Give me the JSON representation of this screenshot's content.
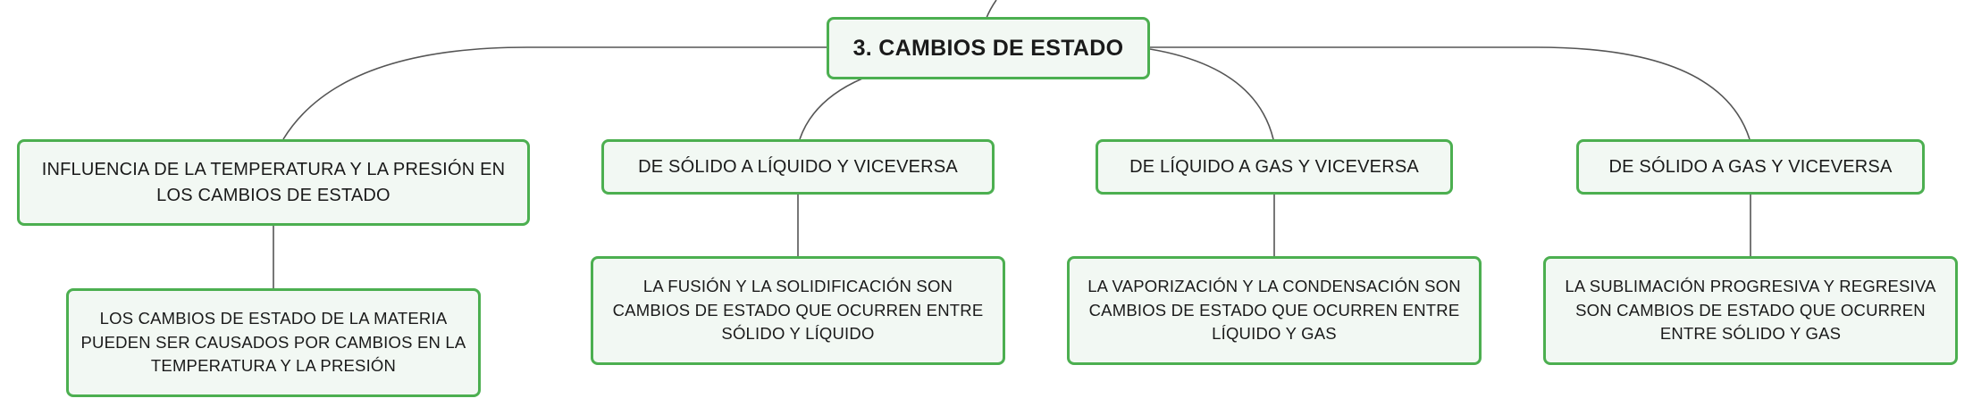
{
  "theme": {
    "node_border": "#4caf50",
    "node_fill": "#f2f8f3",
    "connector": "#555555",
    "text": "#1a1a1a"
  },
  "root": {
    "label": "3. CAMBIOS DE ESTADO"
  },
  "branches": [
    {
      "label": "INFLUENCIA DE LA TEMPERATURA Y LA PRESIÓN EN LOS CAMBIOS DE ESTADO",
      "detail": "LOS CAMBIOS DE ESTADO DE LA MATERIA PUEDEN SER CAUSADOS POR CAMBIOS EN LA TEMPERATURA Y LA PRESIÓN"
    },
    {
      "label": "DE SÓLIDO A LÍQUIDO Y VICEVERSA",
      "detail": "LA FUSIÓN Y LA SOLIDIFICACIÓN SON CAMBIOS DE ESTADO QUE OCURREN ENTRE SÓLIDO Y LÍQUIDO"
    },
    {
      "label": "DE LÍQUIDO A GAS Y VICEVERSA",
      "detail": "LA VAPORIZACIÓN Y LA CONDENSACIÓN SON CAMBIOS DE ESTADO QUE OCURREN ENTRE LÍQUIDO Y GAS"
    },
    {
      "label": "DE SÓLIDO A GAS Y VICEVERSA",
      "detail": "LA SUBLIMACIÓN PROGRESIVA Y REGRESIVA SON CAMBIOS DE ESTADO QUE OCURREN ENTRE SÓLIDO Y GAS"
    }
  ]
}
